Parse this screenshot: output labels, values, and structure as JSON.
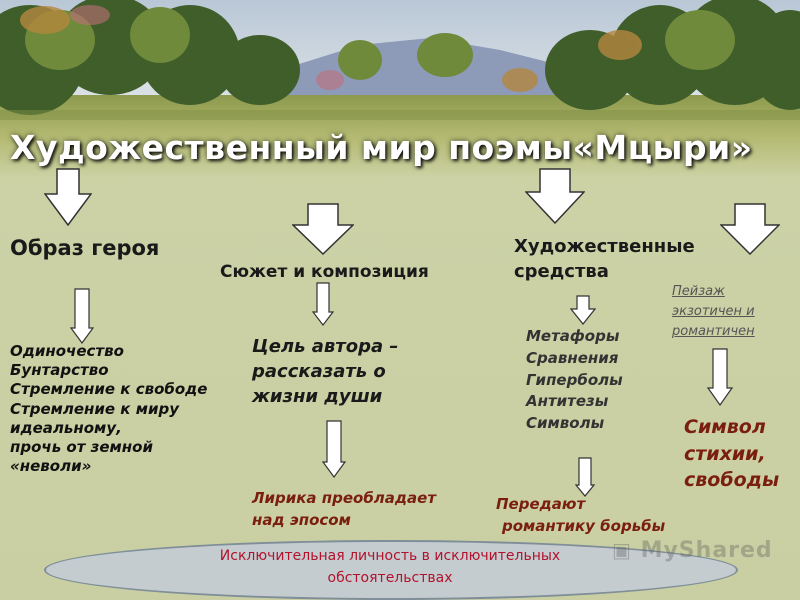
{
  "title": "Художественный мир поэмы«Мцыри»",
  "columns": {
    "hero": {
      "heading": "Образ героя",
      "traits": [
        "Одиночество",
        "Бунтарство",
        "Стремление к свободе",
        "Стремление к миру",
        "идеальному,",
        "прочь от земной",
        "«неволи»"
      ]
    },
    "plot": {
      "heading": "Сюжет и композиция",
      "goal": [
        "Цель автора –",
        "рассказать о",
        "жизни души"
      ],
      "lyric": [
        "Лирика преобладает",
        "над эпосом"
      ]
    },
    "means": {
      "heading": [
        "Художественные",
        "средства"
      ],
      "items": [
        "Метафоры",
        "Сравнения",
        "Гиперболы",
        "Антитезы",
        "Символы"
      ],
      "result": [
        "Передают",
        "романтику борьбы"
      ]
    },
    "landscape": {
      "link": [
        "Пейзаж",
        "экзотичен и",
        "романтичен"
      ],
      "symbol": [
        "Символ",
        "стихии,",
        "свободы"
      ]
    }
  },
  "footer": {
    "text": [
      "Исключительная личность в исключительных",
      "обстоятельствах"
    ]
  },
  "watermark": "MyShared",
  "colors": {
    "accent_red": "#b3122c",
    "dark_red": "#7a1e10",
    "link_gray": "#555555"
  }
}
